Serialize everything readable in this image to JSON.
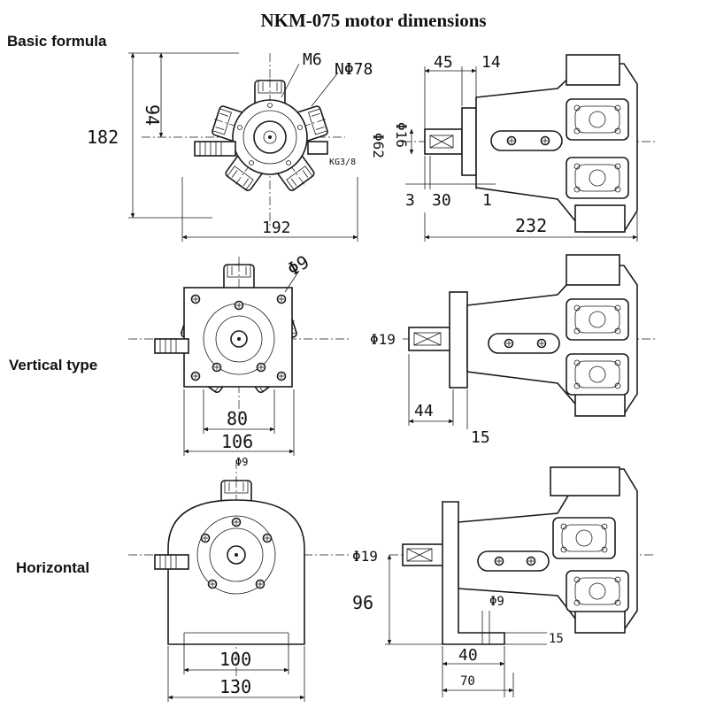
{
  "title": "NKM-075 motor dimensions",
  "sections": {
    "basic": "Basic formula",
    "vertical": "Vertical type",
    "horizontal": "Horizontal"
  },
  "dims": {
    "basic_front": {
      "m6": "M6",
      "n78": "NΦ78",
      "h182": "182",
      "h94": "94",
      "w192": "192",
      "port": "KG3/8"
    },
    "basic_side": {
      "w45": "45",
      "w14": "14",
      "d16": "Φ16",
      "d62": "Φ62",
      "w3": "3",
      "w30": "30",
      "w1": "1",
      "w232": "232"
    },
    "vertical_front": {
      "d9": "Φ9",
      "w80": "80",
      "w106": "106"
    },
    "vertical_side": {
      "d19": "Φ19",
      "w44": "44",
      "w15": "15"
    },
    "horizontal_front": {
      "d9": "Φ9",
      "w100": "100",
      "w130": "130"
    },
    "horizontal_side": {
      "d19": "Φ19",
      "h96": "96",
      "d9": "Φ9",
      "w15": "15",
      "w40": "40",
      "w70": "70"
    }
  }
}
